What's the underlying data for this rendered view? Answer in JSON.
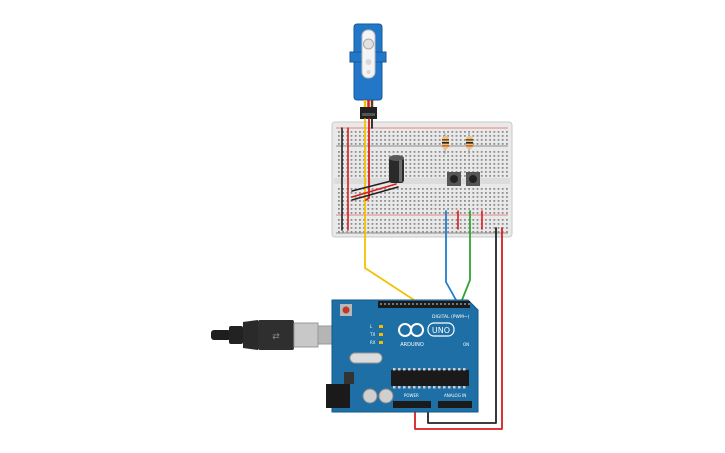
{
  "board": {
    "brand_label": "ARDUINO",
    "model_label": "UNO",
    "digital_header_label": "DIGITAL (PWM~)",
    "power_label": "POWER",
    "analog_label": "ANALOG IN",
    "tx_label": "TX",
    "rx_label": "RX",
    "l_label": "L",
    "on_label": "ON"
  },
  "colors": {
    "wire_yellow": "#f2c200",
    "wire_blue": "#1f7fd0",
    "wire_green": "#2fa52f",
    "wire_red": "#d81f1f",
    "wire_black": "#222222",
    "board": "#1d6fa5",
    "servo": "#2277c9",
    "breadboard": "#e8e8e8"
  },
  "components": [
    {
      "name": "micro servo",
      "icon": "servo-icon"
    },
    {
      "name": "breadboard",
      "icon": "breadboard-icon"
    },
    {
      "name": "electrolytic capacitor",
      "icon": "capacitor-icon"
    },
    {
      "name": "resistor",
      "count": 2,
      "icon": "resistor-icon"
    },
    {
      "name": "pushbutton",
      "count": 2,
      "icon": "pushbutton-icon"
    },
    {
      "name": "Arduino Uno",
      "icon": "arduino-icon"
    },
    {
      "name": "USB cable",
      "icon": "usb-plug-icon"
    }
  ]
}
